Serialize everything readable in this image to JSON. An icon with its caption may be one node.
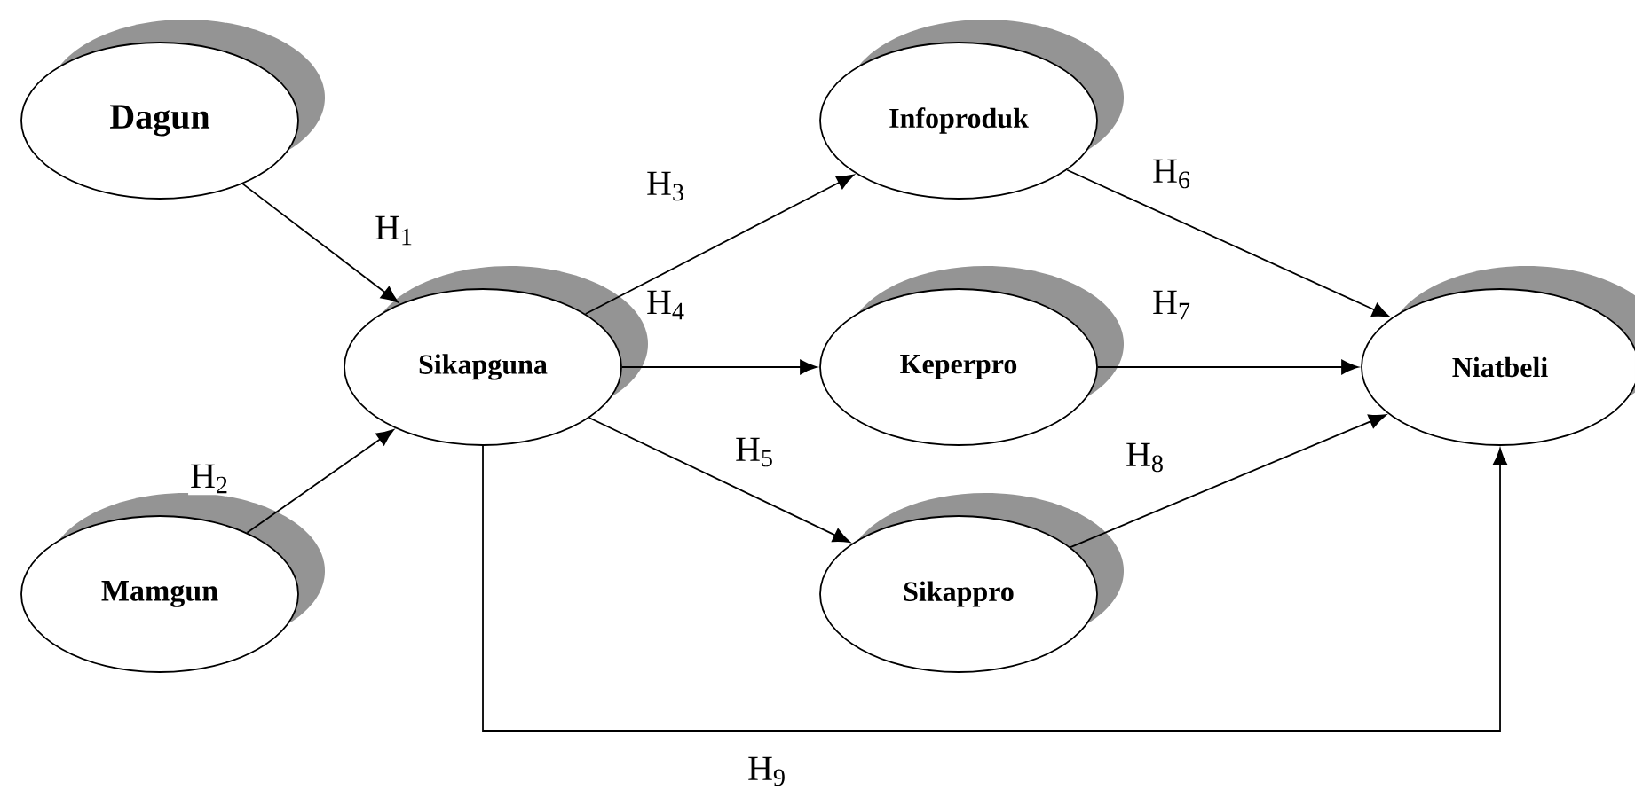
{
  "diagram": {
    "nodes": [
      {
        "text": [
          "Dagun"
        ]
      },
      {
        "text": [
          "Mamgun"
        ]
      },
      {
        "text": [
          "Sikapguna"
        ]
      },
      {
        "text": [
          "Infoproduk"
        ]
      },
      {
        "text": [
          "Keperpro"
        ]
      },
      {
        "text": [
          "Sikappro"
        ]
      },
      {
        "text": [
          "Niatbeli"
        ]
      }
    ],
    "edges": [
      {
        "from": 0,
        "to": 2,
        "arrow": "to",
        "label": "H$_{1}$"
      },
      {
        "from": 1,
        "to": 2,
        "arrow": "to",
        "label": "H$_{2}$"
      },
      {
        "from": 2,
        "to": 3,
        "arrow": "to",
        "label": "H$_{3}$"
      },
      {
        "from": 2,
        "to": 4,
        "arrow": "to",
        "label": "H$_{4}$"
      },
      {
        "from": 2,
        "to": 5,
        "arrow": "to",
        "label": "H$_{5}$"
      },
      {
        "from": 3,
        "to": 6,
        "arrow": "to",
        "label": "H$_{6}$"
      },
      {
        "from": 4,
        "to": 6,
        "arrow": "to",
        "label": "H$_{7}$"
      },
      {
        "from": 5,
        "to": 6,
        "arrow": "to",
        "label": "H$_{8}$"
      },
      {
        "from": 2,
        "to": 6,
        "arrow": "to",
        "label": "H$_{9}$"
      }
    ]
  }
}
